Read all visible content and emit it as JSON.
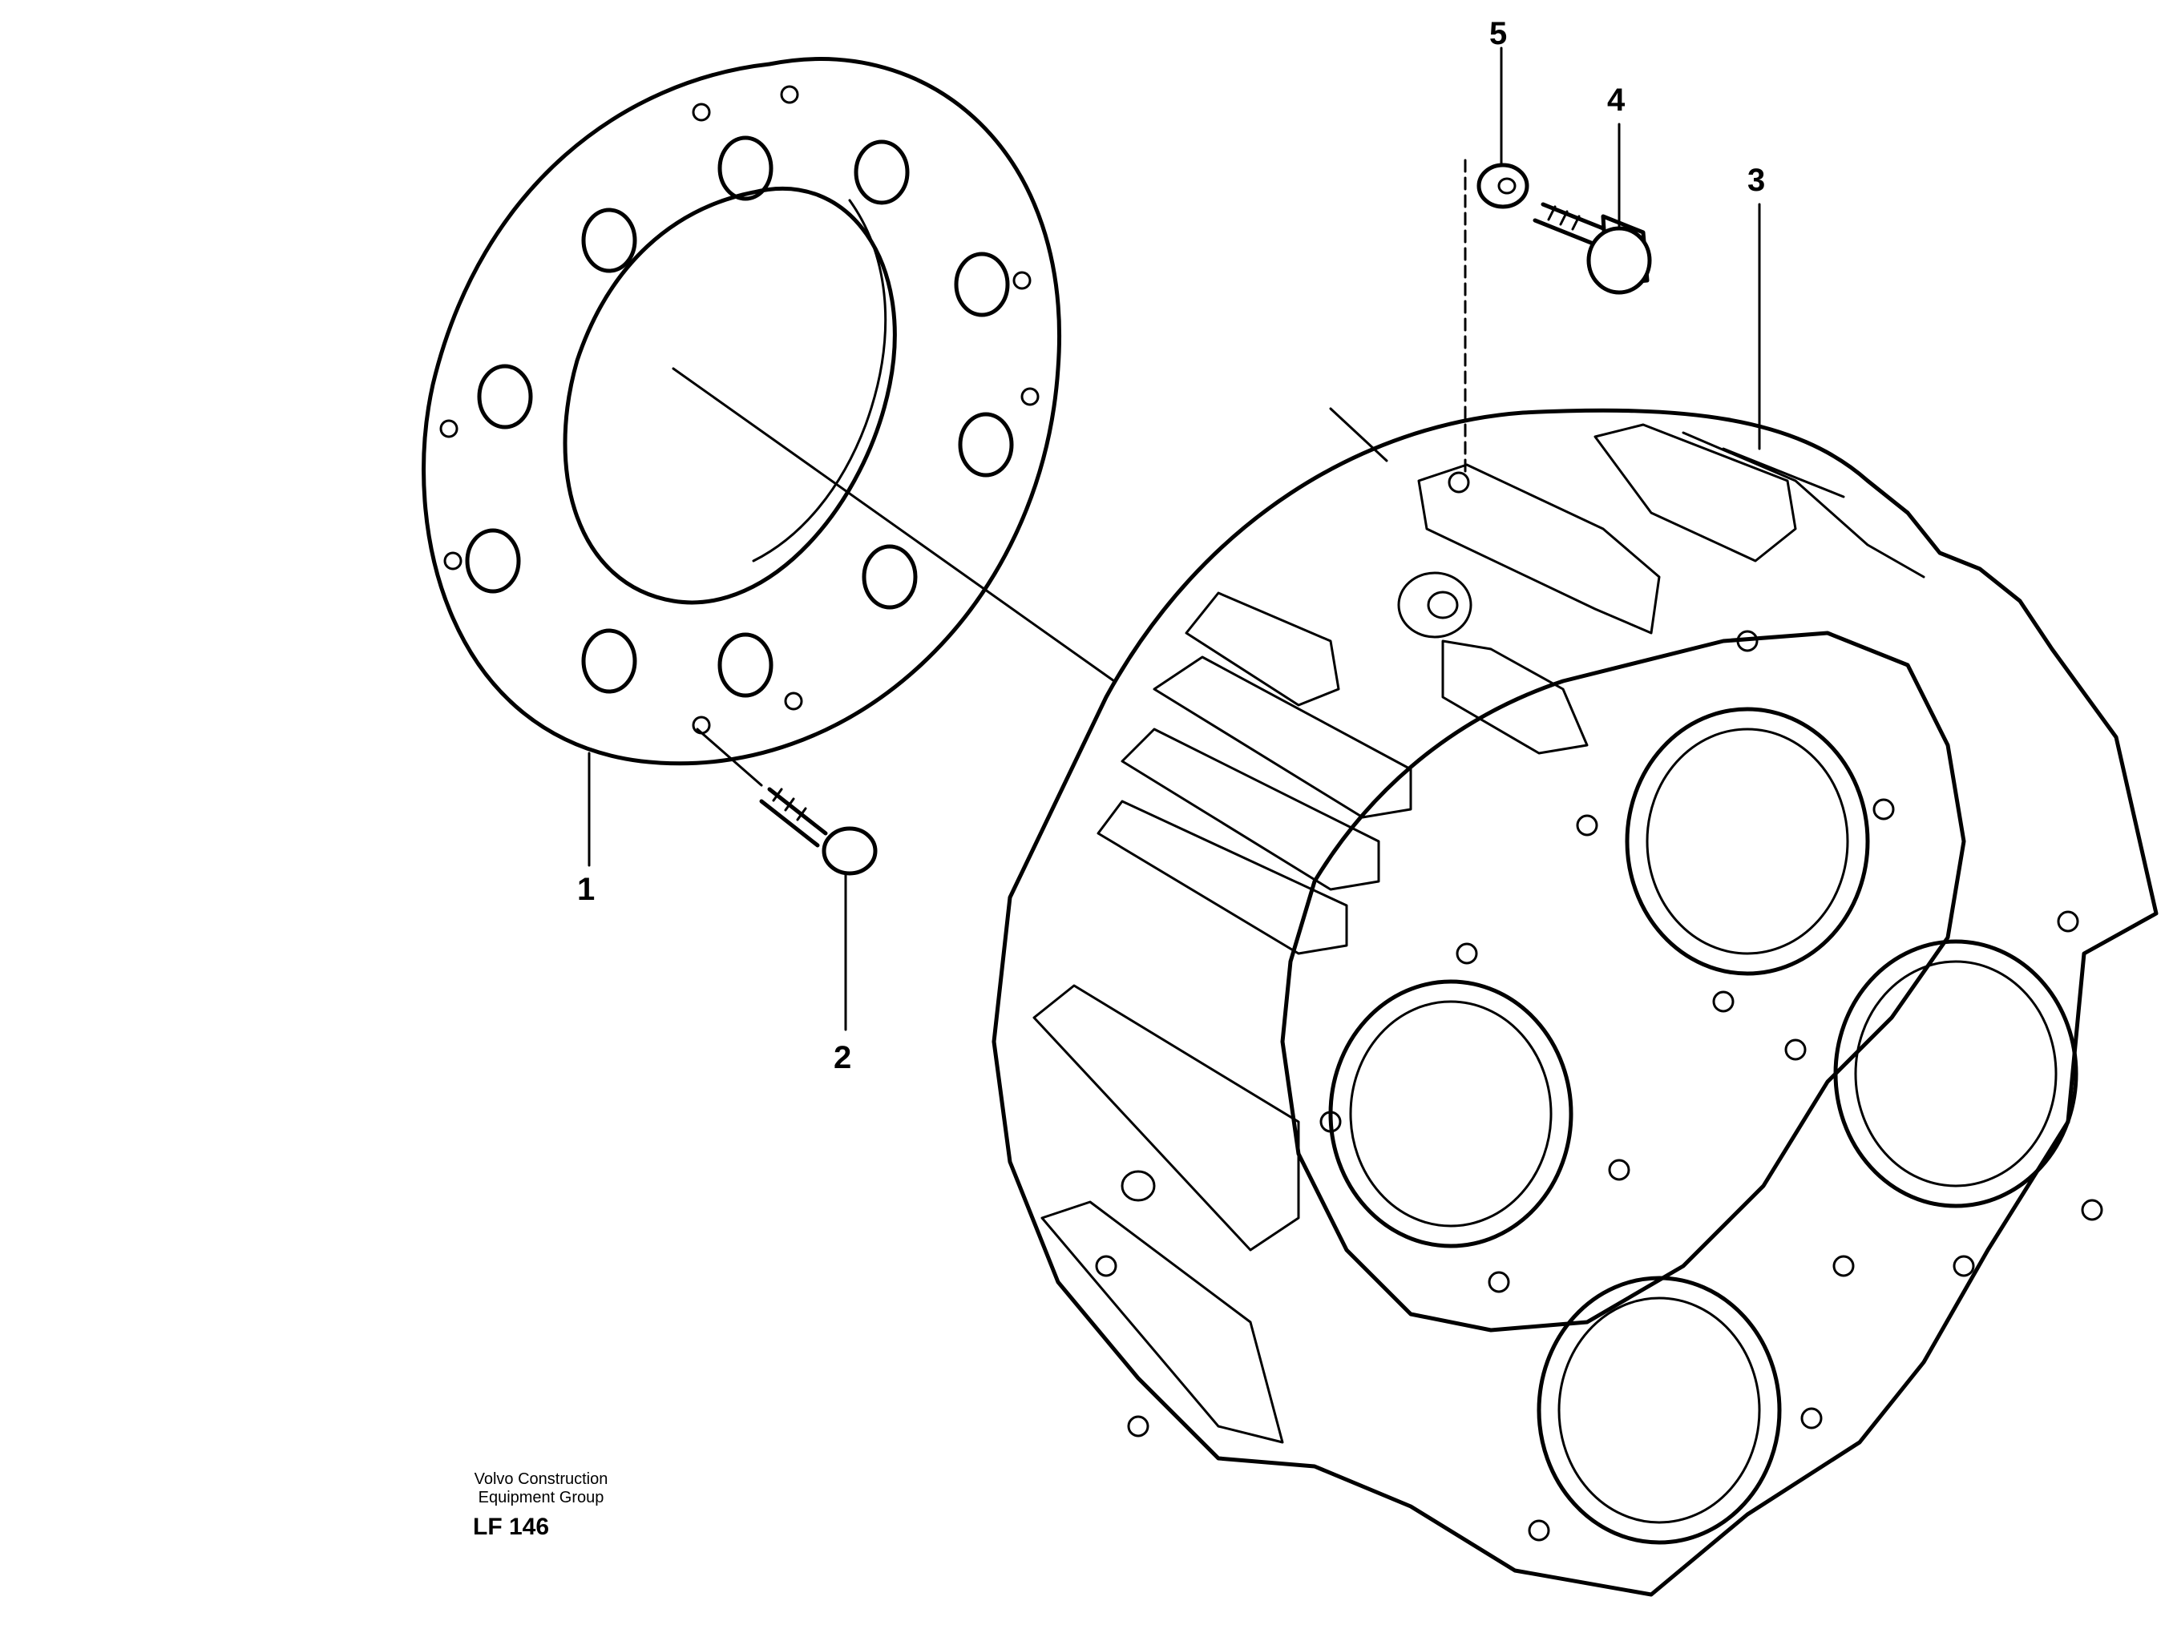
{
  "callouts": [
    {
      "id": "1",
      "label": "1"
    },
    {
      "id": "2",
      "label": "2"
    },
    {
      "id": "3",
      "label": "3"
    },
    {
      "id": "4",
      "label": "4"
    },
    {
      "id": "5",
      "label": "5"
    }
  ],
  "caption": {
    "line1": "Volvo Construction",
    "line2": "Equipment Group",
    "code": "LF 146"
  }
}
